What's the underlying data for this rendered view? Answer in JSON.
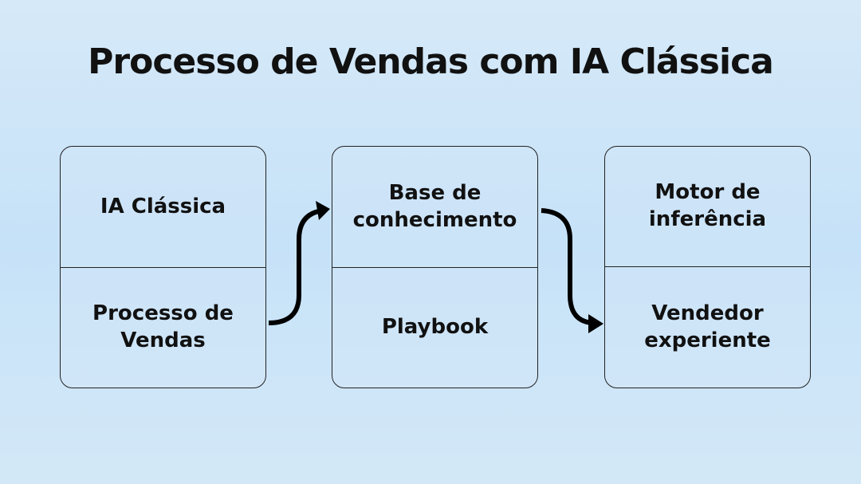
{
  "title": "Processo de Vendas com IA Clássica",
  "boxes": [
    {
      "top": "IA Clássica",
      "bottom": "Processo de Vendas"
    },
    {
      "top": "Base de conhecimento",
      "bottom": "Playbook"
    },
    {
      "top": "Motor de inferência",
      "bottom": "Vendedor experiente"
    }
  ]
}
